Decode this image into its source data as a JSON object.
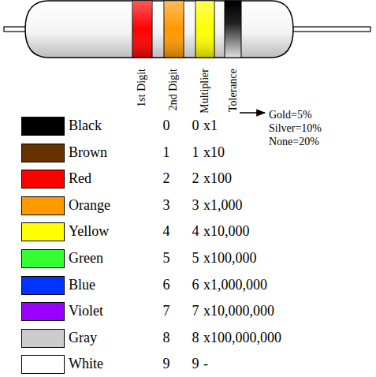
{
  "diagram": {
    "labels": [
      "1st Digit",
      "2nd Digit",
      "Multiplier",
      "Tolerance",
      "Gold=5%",
      "Silver=10%",
      "None=20%",
      "0",
      "0",
      "x1",
      "1",
      "1",
      "x10",
      "2",
      "2",
      "x100",
      "3",
      "3",
      "x1,000",
      "4",
      "4",
      "x10,000",
      "5",
      "5",
      "x100,000",
      "6",
      "6",
      "x1,000,000",
      "7",
      "7",
      "x10,000,000",
      "8",
      "8",
      "x100,000,000",
      "9",
      "9",
      "-"
    ],
    "legend": [
      {
        "text": "Black",
        "color": "#000000"
      },
      {
        "text": "Brown",
        "color": "#663300"
      },
      {
        "text": "Red",
        "color": "#ff0000"
      },
      {
        "text": "Orange",
        "color": "#ff9900"
      },
      {
        "text": "Yellow",
        "color": "#ffff00"
      },
      {
        "text": "Green",
        "color": "#33ff33"
      },
      {
        "text": "Blue",
        "color": "#0033ff"
      },
      {
        "text": "Violet",
        "color": "#9900ff"
      },
      {
        "text": "Gray",
        "color": "#cccccc"
      },
      {
        "text": "White",
        "color": "#ffffff"
      }
    ]
  }
}
